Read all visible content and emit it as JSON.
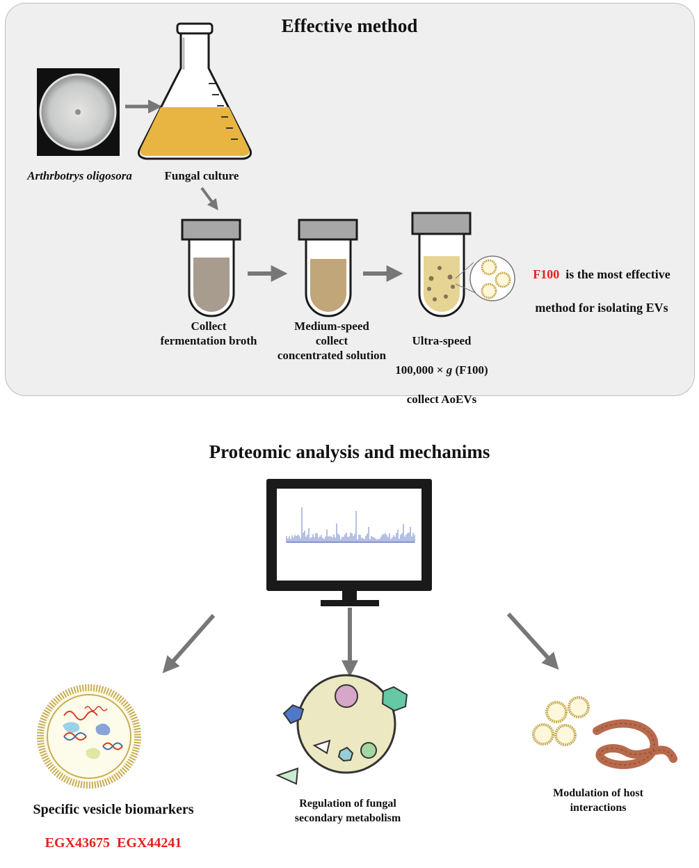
{
  "top_panel": {
    "title": "Effective method",
    "organism_label": "Arthrbotrys oligosora",
    "culture_label": "Fungal culture",
    "step1_label": "Collect\nfermentation broth",
    "step2_label": "Medium-speed\ncollect\nconcentrated solution",
    "step3_line1": "Ultra-speed",
    "step3_prefix": "100,000 × ",
    "step3_g": "g",
    "step3_suffix": " (F100)",
    "step3_line3": "collect AoEVs",
    "conclusion_highlight": "F100",
    "conclusion_rest_line1": "is the most effective",
    "conclusion_line2": "method for isolating EVs"
  },
  "bottom_panel": {
    "title": "Proteomic analysis and mechanims",
    "left_label": "Specific vesicle biomarkers",
    "biomarker_1": "EGX43675",
    "biomarker_2": "EGX44241",
    "center_label": "Regulation of fungal\nsecondary metabolism",
    "right_label": "Modulation of host\ninteractions"
  },
  "colors": {
    "panel_bg": "#efefef",
    "arrow": "#777777",
    "highlight": "#e32219",
    "culture_medium": "#e8b543",
    "broth": "#a89c8e",
    "concentrate": "#c1a67a",
    "ev_solution": "#e6d494",
    "spectrum": "#6b7fc4",
    "worm": "#b86a4c"
  },
  "icons": [
    "petri-dish-icon",
    "flask-icon",
    "centrifuge-tube-icon",
    "vesicle-icon",
    "monitor-icon",
    "worm-icon",
    "dna-icon"
  ]
}
